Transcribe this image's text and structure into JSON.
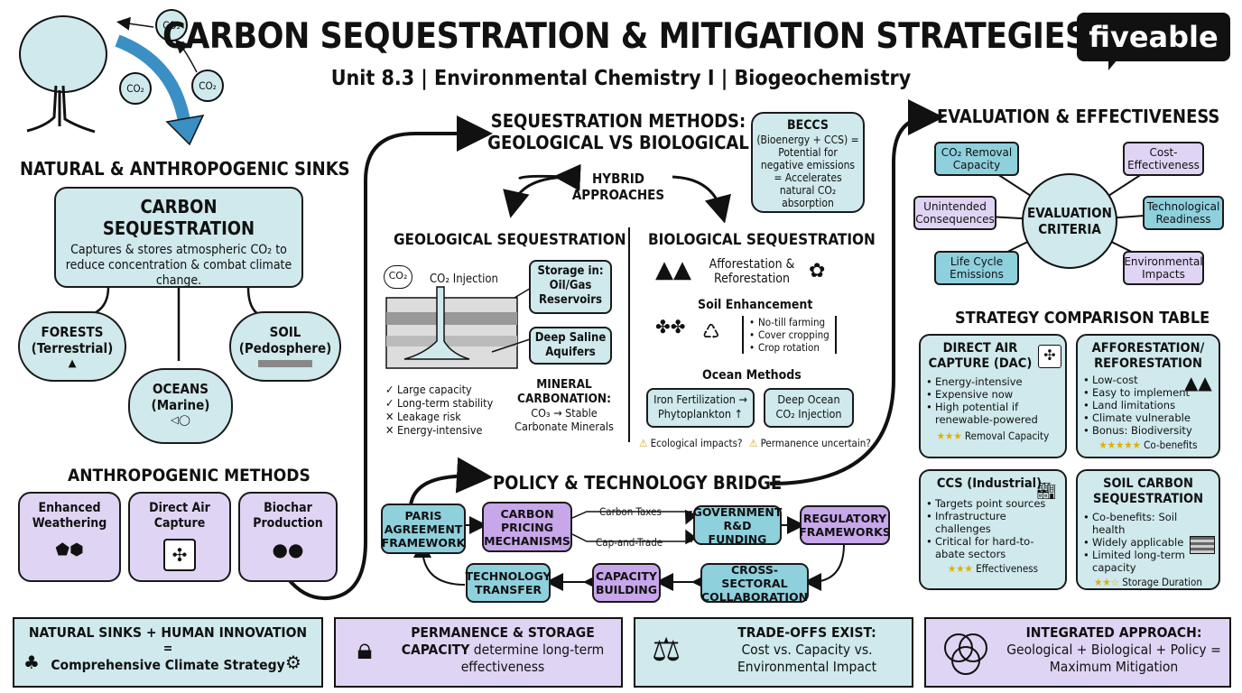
{
  "header": {
    "title": "CARBON SEQUESTRATION & MITIGATION STRATEGIES",
    "subtitle": "Unit 8.3 | Environmental Chemistry I | Biogeochemistry",
    "logo": "fiveable",
    "co2_badge": "CO₂"
  },
  "left": {
    "section_title": "NATURAL & ANTHROPOGENIC SINKS",
    "core_title": "CARBON SEQUESTRATION",
    "core_text": "Captures & stores atmospheric CO₂ to reduce concentration & combat climate change.",
    "forests": "FORESTS (Terrestrial)",
    "oceans": "OCEANS (Marine)",
    "soil": "SOIL (Pedosphere)",
    "methods_title": "ANTHROPOGENIC METHODS",
    "method1": "Enhanced Weathering",
    "method2": "Direct Air Capture",
    "method3": "Biochar Production"
  },
  "middle": {
    "title_line1": "SEQUESTRATION METHODS:",
    "title_line2": "GEOLOGICAL VS BIOLOGICAL",
    "hybrid": "HYBRID APPROACHES",
    "beccs_title": "BECCS",
    "beccs_text": "(Bioenergy + CCS) = Potential for negative emissions = Accelerates natural CO₂ absorption",
    "geo_title": "GEOLOGICAL SEQUESTRATION",
    "co2_injection": "CO₂ Injection",
    "co2_bubble": "CO₂",
    "storage": "Storage in: Oil/Gas Reservoirs",
    "aquifers": "Deep Saline Aquifers",
    "geo_pros": [
      "✓ Large capacity",
      "✓ Long-term stability",
      "✕ Leakage risk",
      "✕ Energy-intensive"
    ],
    "mineral_title": "MINERAL CARBONATION:",
    "mineral_text": "CO₃ → Stable Carbonate Minerals",
    "bio_title": "BIOLOGICAL SEQUESTRATION",
    "afforest": "Afforestation & Reforestation",
    "soil_enh": "Soil Enhancement",
    "soil_list": [
      "No-till farming",
      "Cover cropping",
      "Crop rotation"
    ],
    "ocean_methods": "Ocean Methods",
    "iron": "Iron Fertilization → Phytoplankton ↑",
    "deep_ocean": "Deep Ocean CO₂ Injection",
    "warn1": "Ecological impacts?",
    "warn2": "Permanence uncertain?"
  },
  "policy": {
    "title": "POLICY & TECHNOLOGY BRIDGE",
    "paris": "PARIS AGREEMENT FRAMEWORK",
    "pricing": "CARBON PRICING MECHANISMS",
    "taxes": "Carbon Taxes",
    "cap": "Cap-and-Trade",
    "govt": "GOVERNMENT R&D FUNDING",
    "regulatory": "REGULATORY FRAMEWORKS",
    "tech_transfer": "TECHNOLOGY TRANSFER",
    "capacity": "CAPACITY BUILDING",
    "cross": "CROSS-SECTORAL COLLABORATION"
  },
  "right": {
    "eval_title": "EVALUATION & EFFECTIVENESS",
    "eval_center": "EVALUATION CRITERIA",
    "crit_removal": "CO₂ Removal Capacity",
    "crit_cost": "Cost-Effectiveness",
    "crit_unintended": "Unintended Consequences",
    "crit_tech": "Technological Readiness",
    "crit_life": "Life Cycle Emissions",
    "crit_env": "Environmental Impacts",
    "table_title": "STRATEGY COMPARISON TABLE",
    "dac_title": "DIRECT AIR CAPTURE (DAC)",
    "dac_list": [
      "Energy-intensive",
      "Expensive now",
      "High potential if renewable-powered"
    ],
    "dac_stars": "★★★",
    "dac_rating": "Removal Capacity",
    "aff_title": "AFFORESTATION/ REFORESTATION",
    "aff_list": [
      "Low-cost",
      "Easy to implement",
      "Land limitations",
      "Climate vulnerable",
      "Bonus: Biodiversity"
    ],
    "aff_stars": "★★★★★",
    "aff_rating": "Co-benefits",
    "ccs_title": "CCS (Industrial)",
    "ccs_list": [
      "Targets point sources",
      "Infrastructure challenges",
      "Critical for hard-to-abate sectors"
    ],
    "ccs_stars": "★★★",
    "ccs_rating": "Effectiveness",
    "soil_title": "SOIL CARBON SEQUESTRATION",
    "soil_list": [
      "Co-benefits: Soil health",
      "Widely applicable",
      "Limited long-term capacity"
    ],
    "soil_stars": "★★☆",
    "soil_rating": "Storage Duration"
  },
  "footer": {
    "f1_line1": "NATURAL SINKS + HUMAN INNOVATION",
    "f1_line2": "=",
    "f1_line3": "Comprehensive Climate Strategy",
    "f2_bold": "PERMANENCE & STORAGE CAPACITY",
    "f2_rest": "determine long-term effectiveness",
    "f3_bold": "TRADE-OFFS EXIST:",
    "f3_rest": "Cost vs. Capacity vs. Environmental Impact",
    "f4_bold": "INTEGRATED APPROACH:",
    "f4_rest": "Geological + Biological + Policy = Maximum Mitigation"
  },
  "colors": {
    "teal": "#cfe9ec",
    "teal_dark": "#8fd0dd",
    "purple": "#e0d4f4",
    "purple_dark": "#c7a6ea",
    "arrow_blue": "#3a8fc4"
  }
}
